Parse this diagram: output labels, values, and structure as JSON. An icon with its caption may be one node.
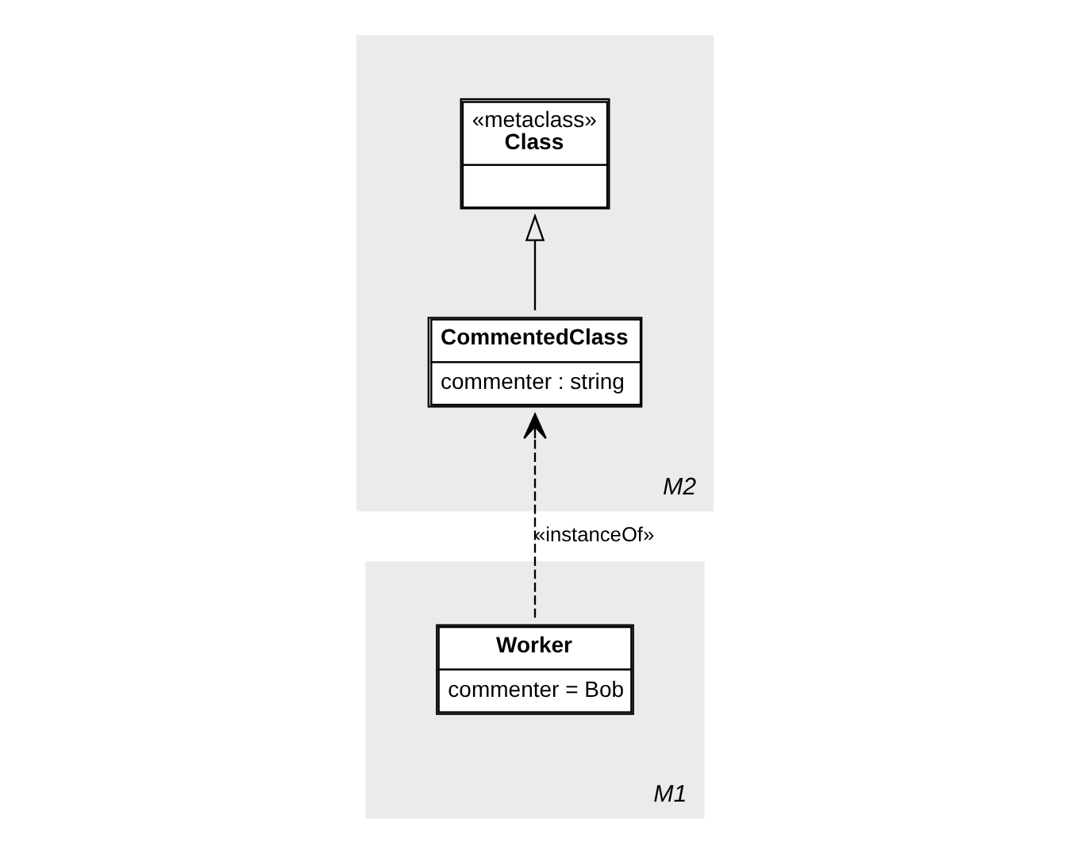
{
  "diagram": {
    "nodes": [
      {
        "text": [
          "M2"
        ]
      },
      {
        "text": [
          "«metaclass»",
          "Class"
        ],
        "in": 0
      },
      {
        "text": [
          "CommentedClass",
          "commenter : string"
        ],
        "in": 0
      },
      {
        "text": [
          "M1"
        ]
      },
      {
        "text": [
          "Worker",
          "commenter = Bob"
        ],
        "in": 3
      }
    ],
    "edges": [
      {
        "from": 2,
        "to": 1,
        "arrow": "to"
      },
      {
        "from": 4,
        "to": 2,
        "arrow": "to",
        "label": "«instanceOf»",
        "style": "dashed"
      }
    ]
  }
}
